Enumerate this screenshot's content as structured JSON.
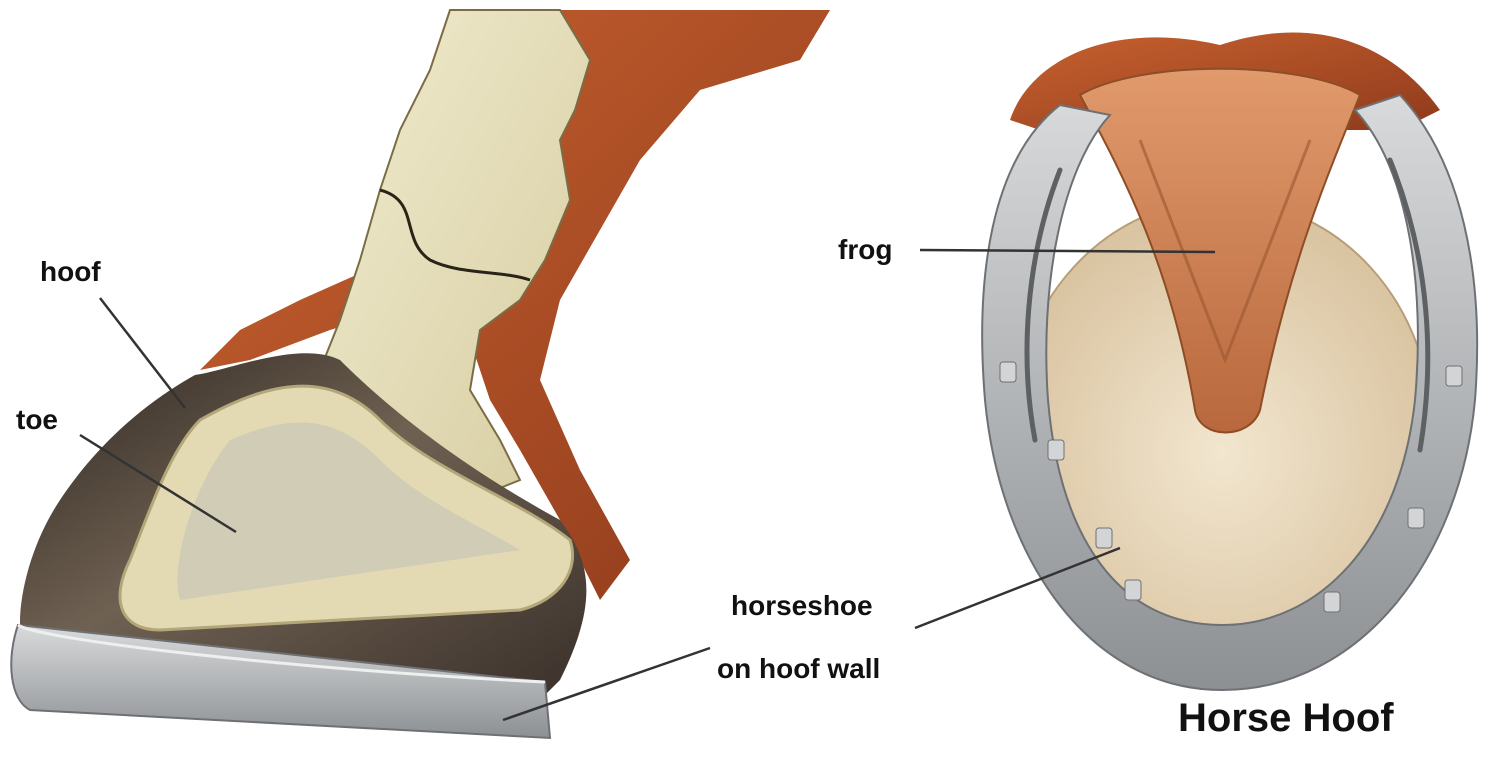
{
  "labels": {
    "hoof": "hoof",
    "toe": "toe",
    "frog": "frog",
    "horseshoe": "horseshoe",
    "hoof_wall": "on hoof wall"
  },
  "title": "Horse Hoof",
  "colors": {
    "hair": "#b5512a",
    "bone": "#e6dfb9",
    "hoof_wall": "#4a3f36",
    "shoe_metal": "#a9acaf",
    "frog": "#c97a4a",
    "sole": "#e9d8bc",
    "leader_line": "#333333"
  }
}
